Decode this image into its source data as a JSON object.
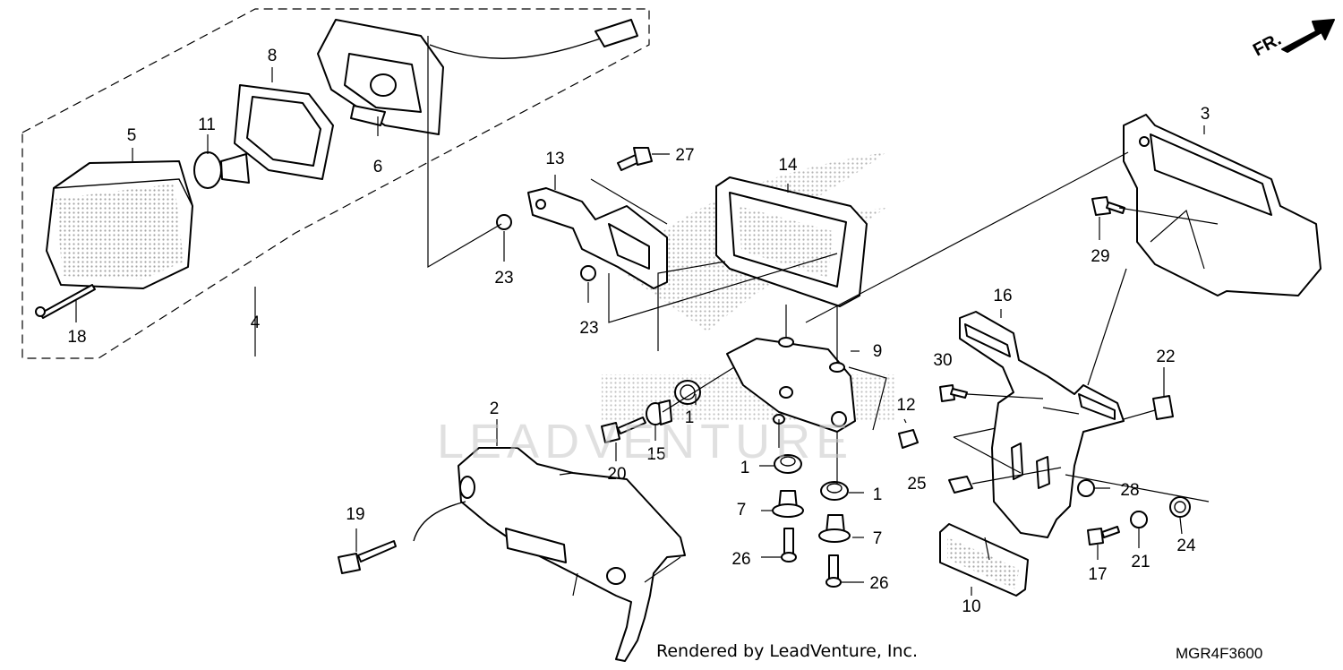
{
  "watermark": "LEADVENTURE",
  "credit": "Rendered by LeadVenture, Inc.",
  "diagram_code": "MGR4F3600",
  "direction_label": "FR.",
  "callouts": [
    {
      "id": "c1a",
      "label": "1"
    },
    {
      "id": "c1b",
      "label": "1"
    },
    {
      "id": "c1c",
      "label": "1"
    },
    {
      "id": "c2",
      "label": "2"
    },
    {
      "id": "c3",
      "label": "3"
    },
    {
      "id": "c4",
      "label": "4"
    },
    {
      "id": "c5",
      "label": "5"
    },
    {
      "id": "c6",
      "label": "6"
    },
    {
      "id": "c7a",
      "label": "7"
    },
    {
      "id": "c7b",
      "label": "7"
    },
    {
      "id": "c8",
      "label": "8"
    },
    {
      "id": "c9",
      "label": "9"
    },
    {
      "id": "c10",
      "label": "10"
    },
    {
      "id": "c11",
      "label": "11"
    },
    {
      "id": "c12",
      "label": "12"
    },
    {
      "id": "c13",
      "label": "13"
    },
    {
      "id": "c14",
      "label": "14"
    },
    {
      "id": "c15",
      "label": "15"
    },
    {
      "id": "c16",
      "label": "16"
    },
    {
      "id": "c17",
      "label": "17"
    },
    {
      "id": "c18",
      "label": "18"
    },
    {
      "id": "c19",
      "label": "19"
    },
    {
      "id": "c20",
      "label": "20"
    },
    {
      "id": "c21",
      "label": "21"
    },
    {
      "id": "c22",
      "label": "22"
    },
    {
      "id": "c23a",
      "label": "23"
    },
    {
      "id": "c23b",
      "label": "23"
    },
    {
      "id": "c24",
      "label": "24"
    },
    {
      "id": "c25",
      "label": "25"
    },
    {
      "id": "c26a",
      "label": "26"
    },
    {
      "id": "c26b",
      "label": "26"
    },
    {
      "id": "c27",
      "label": "27"
    },
    {
      "id": "c28",
      "label": "28"
    },
    {
      "id": "c29",
      "label": "29"
    },
    {
      "id": "c30",
      "label": "30"
    }
  ]
}
